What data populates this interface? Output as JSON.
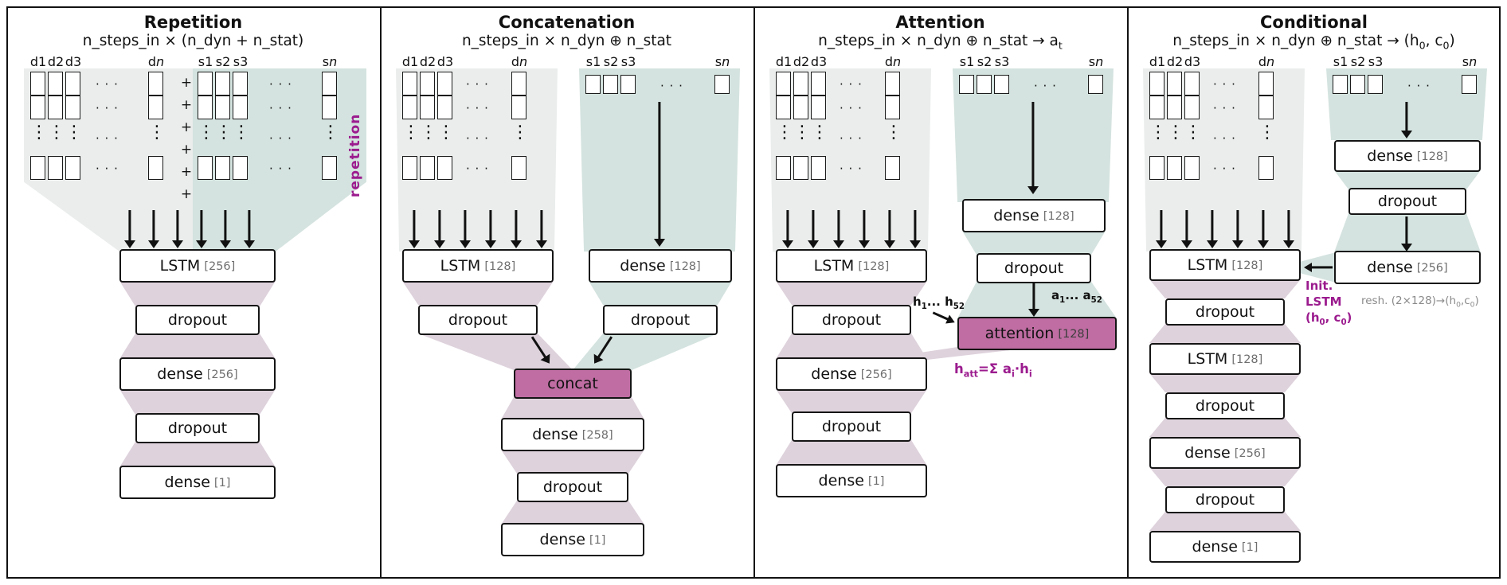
{
  "colors": {
    "accent_box": "#bf6da2",
    "accent_text": "#9b1b8e",
    "dynamic_bg": "#eaedec",
    "static_bg": "#d4e3df",
    "connector": "#ded2dc"
  },
  "glyphs": {
    "plus": "+",
    "hdots": "· · ·",
    "vdots": "⋮"
  },
  "panels": [
    {
      "title": "Repetition",
      "subtitle": {
        "p1": "n_steps_in × (n_dyn + n_stat)",
        "s1": "",
        "p2": "",
        "s2": "",
        "p3": ""
      },
      "dyn_cols": [
        "d1",
        "d2",
        "d3"
      ],
      "dyn_last": {
        "b": "d",
        "i": "n"
      },
      "stat_cols": [
        "s1",
        "s2",
        "s3"
      ],
      "stat_last": {
        "b": "s",
        "i": "n"
      },
      "side_note": "repetition",
      "layers": [
        {
          "name": "LSTM",
          "size": "[256]"
        },
        {
          "name": "dropout",
          "size": ""
        },
        {
          "name": "dense",
          "size": "[256]"
        },
        {
          "name": "dropout",
          "size": ""
        },
        {
          "name": "dense",
          "size": "[1]"
        }
      ]
    },
    {
      "title": "Concatenation",
      "subtitle": {
        "p1": "n_steps_in × n_dyn ⊕ n_stat",
        "s1": "",
        "p2": "",
        "s2": "",
        "p3": ""
      },
      "dyn_cols": [
        "d1",
        "d2",
        "d3"
      ],
      "dyn_last": {
        "b": "d",
        "i": "n"
      },
      "stat_cols": [
        "s1",
        "s2",
        "s3"
      ],
      "stat_last": {
        "b": "s",
        "i": "n"
      },
      "left_layers": [
        {
          "name": "LSTM",
          "size": "[128]"
        },
        {
          "name": "dropout",
          "size": ""
        }
      ],
      "right_layers": [
        {
          "name": "dense",
          "size": "[128]"
        },
        {
          "name": "dropout",
          "size": ""
        }
      ],
      "merge": {
        "name": "concat",
        "size": ""
      },
      "tail_layers": [
        {
          "name": "dense",
          "size": "[258]"
        },
        {
          "name": "dropout",
          "size": ""
        },
        {
          "name": "dense",
          "size": "[1]"
        }
      ]
    },
    {
      "title": "Attention",
      "subtitle": {
        "p1": "n_steps_in × n_dyn ⊕ n_stat → a",
        "s1": "t",
        "p2": "",
        "s2": "",
        "p3": ""
      },
      "dyn_cols": [
        "d1",
        "d2",
        "d3"
      ],
      "dyn_last": {
        "b": "d",
        "i": "n"
      },
      "stat_cols": [
        "s1",
        "s2",
        "s3"
      ],
      "stat_last": {
        "b": "s",
        "i": "n"
      },
      "left_layers": [
        {
          "name": "LSTM",
          "size": "[128]"
        },
        {
          "name": "dropout",
          "size": ""
        },
        {
          "name": "dense",
          "size": "[256]"
        },
        {
          "name": "dropout",
          "size": ""
        },
        {
          "name": "dense",
          "size": "[1]"
        }
      ],
      "right_layers": [
        {
          "name": "dense",
          "size": "[128]"
        },
        {
          "name": "dropout",
          "size": ""
        }
      ],
      "attention_layer": {
        "name": "attention",
        "size": "[128]"
      },
      "h_label": {
        "b": "h",
        "s1": "1",
        "m": "... h",
        "s2": "52"
      },
      "a_label": {
        "b": "a",
        "s1": "1",
        "m": "... a",
        "s2": "52"
      },
      "formula": {
        "b": "h",
        "s1": "att",
        "m1": "=Σ a",
        "s2": "i",
        "m2": "·h",
        "s3": "i"
      }
    },
    {
      "title": "Conditional",
      "subtitle": {
        "p1": "n_steps_in × n_dyn ⊕ n_stat → (h",
        "s1": "0",
        "p2": ", c",
        "s2": "0",
        "p3": ")"
      },
      "dyn_cols": [
        "d1",
        "d2",
        "d3"
      ],
      "dyn_last": {
        "b": "d",
        "i": "n"
      },
      "stat_cols": [
        "s1",
        "s2",
        "s3"
      ],
      "stat_last": {
        "b": "s",
        "i": "n"
      },
      "left_layers": [
        {
          "name": "LSTM",
          "size": "[128]"
        },
        {
          "name": "dropout",
          "size": ""
        },
        {
          "name": "LSTM",
          "size": "[128]"
        },
        {
          "name": "dropout",
          "size": ""
        },
        {
          "name": "dense",
          "size": "[256]"
        },
        {
          "name": "dropout",
          "size": ""
        },
        {
          "name": "dense",
          "size": "[1]"
        }
      ],
      "right_layers": [
        {
          "name": "dense",
          "size": "[128]"
        },
        {
          "name": "dropout",
          "size": ""
        },
        {
          "name": "dense",
          "size": "[256]"
        }
      ],
      "init_note": {
        "l1": "Init.",
        "l2": "LSTM",
        "p1": "(h",
        "s1": "0",
        "p2": ", c",
        "s2": "0",
        "p3": ")"
      },
      "resh_note": {
        "p1": "resh. (2×128)→(h",
        "s1": "0",
        "p2": ",c",
        "s2": "0",
        "p3": ")"
      }
    }
  ]
}
